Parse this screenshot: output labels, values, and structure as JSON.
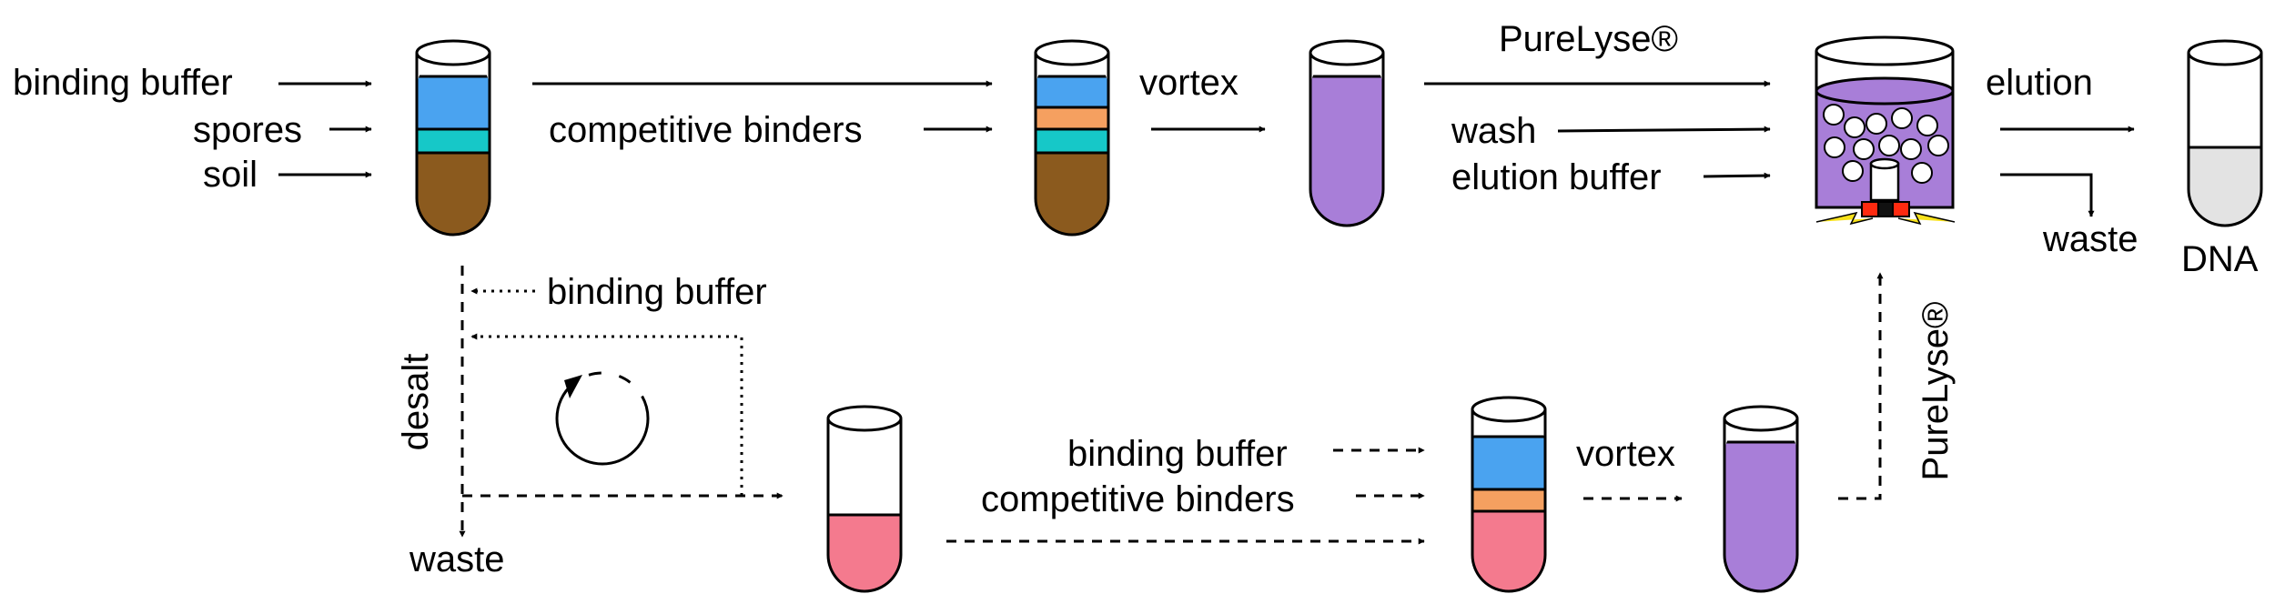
{
  "colors": {
    "binding_buffer": "#4aa3f0",
    "spores": "#16c8c8",
    "soil": "#8b5a1e",
    "competitive_binders": "#f5a060",
    "lysate": "#a87ed8",
    "desalted": "#f47a8e",
    "dna": "#e3e3e3",
    "electrode_red": "#ff2a10",
    "spark_yellow": "#f7e11a"
  },
  "labels": {
    "binding_buffer_in": "binding buffer",
    "spores_in": "spores",
    "soil_in": "soil",
    "competitive_binders_top": "competitive binders",
    "vortex_top": "vortex",
    "purelyse_top": "PureLyse®",
    "wash": "wash",
    "elution_buffer": "elution buffer",
    "elution": "elution",
    "waste_right": "waste",
    "dna": "DNA",
    "binding_buffer_desalt": "binding buffer",
    "desalt": "desalt",
    "waste_bottom": "waste",
    "binding_buffer_bottom": "binding buffer",
    "competitive_binders_bottom": "competitive binders",
    "vortex_bottom": "vortex",
    "purelyse_vertical": "PureLyse®"
  }
}
